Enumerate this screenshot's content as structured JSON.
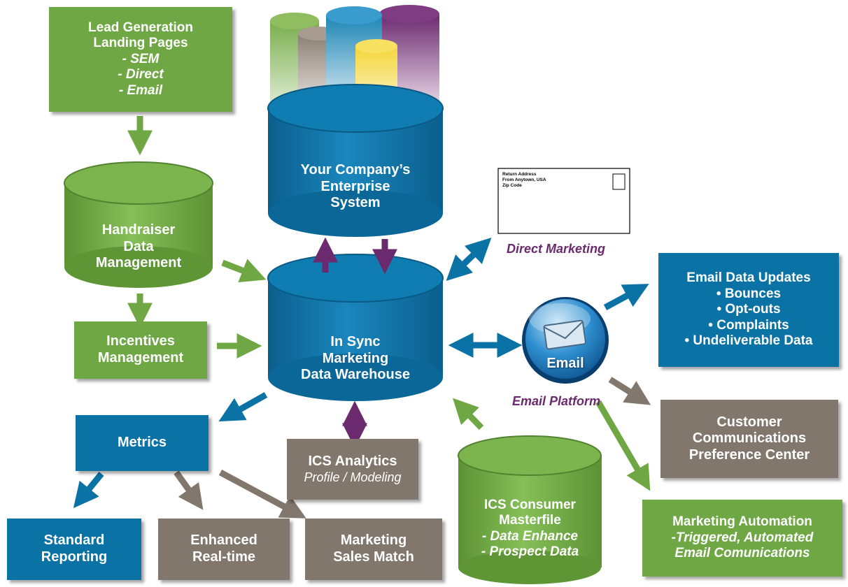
{
  "colors": {
    "green": "#6ea744",
    "blue": "#0a72a4",
    "brown": "#82776d",
    "purple": "#6b2a6e"
  },
  "lead_generation": {
    "title": [
      "Lead Generation",
      "Landing Pages"
    ],
    "items": [
      "- SEM",
      "- Direct",
      "- Email"
    ]
  },
  "handraiser": {
    "lines": [
      "Handraiser",
      "Data",
      "Management"
    ]
  },
  "incentives": {
    "lines": [
      "Incentives",
      "Management"
    ]
  },
  "enterprise": {
    "lines": [
      "Your Company’s",
      "Enterprise",
      "System"
    ]
  },
  "warehouse": {
    "lines": [
      "In Sync",
      "Marketing",
      "Data Warehouse"
    ]
  },
  "envelope": {
    "address_lines": [
      "Return Address",
      "From Anytown, USA",
      "Zip Code"
    ],
    "caption": "Direct Marketing"
  },
  "email_platform": {
    "icon_label": "Email",
    "caption": "Email Platform"
  },
  "email_updates": {
    "title": "Email Data Updates",
    "items": [
      "• Bounces",
      "• Opt-outs",
      "• Complaints",
      "• Undeliverable Data"
    ]
  },
  "preference_center": {
    "lines": [
      "Customer",
      "Communications",
      "Preference Center"
    ]
  },
  "marketing_automation": {
    "title": "Marketing Automation",
    "items": [
      "-Triggered, Automated",
      "Email Comunications"
    ]
  },
  "metrics": {
    "label": "Metrics"
  },
  "ics_analytics": {
    "title": "ICS Analytics",
    "sub": "Profile / Modeling"
  },
  "consumer_masterfile": {
    "title": [
      "ICS Consumer",
      "Masterfile"
    ],
    "items": [
      "- Data Enhance",
      "- Prospect Data"
    ]
  },
  "standard_reporting": {
    "lines": [
      "Standard",
      "Reporting"
    ]
  },
  "enhanced_realtime": {
    "lines": [
      "Enhanced",
      "Real-time"
    ]
  },
  "sales_match": {
    "lines": [
      "Marketing",
      "Sales Match"
    ]
  }
}
